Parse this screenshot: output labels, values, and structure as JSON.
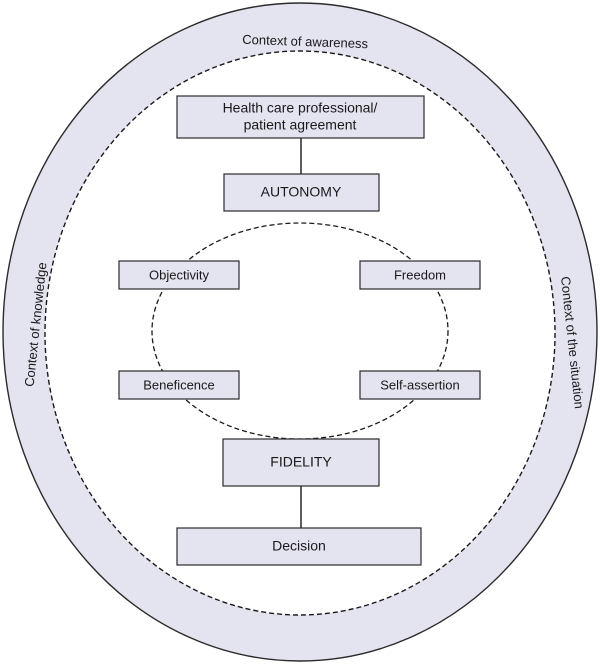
{
  "contexts": {
    "top": "Context of awareness",
    "left": "Context of knowledge",
    "right": "Context of the situation"
  },
  "boxes": {
    "agreement_line1": "Health care professional/",
    "agreement_line2": "patient agreement",
    "autonomy": "AUTONOMY",
    "objectivity": "Objectivity",
    "freedom": "Freedom",
    "beneficence": "Beneficence",
    "self_assertion": "Self-assertion",
    "fidelity": "FIDELITY",
    "decision": "Decision"
  },
  "colors": {
    "ring_fill": "#e4e3f0",
    "box_fill": "#e4e3f0",
    "stroke": "#2b2b2b"
  }
}
